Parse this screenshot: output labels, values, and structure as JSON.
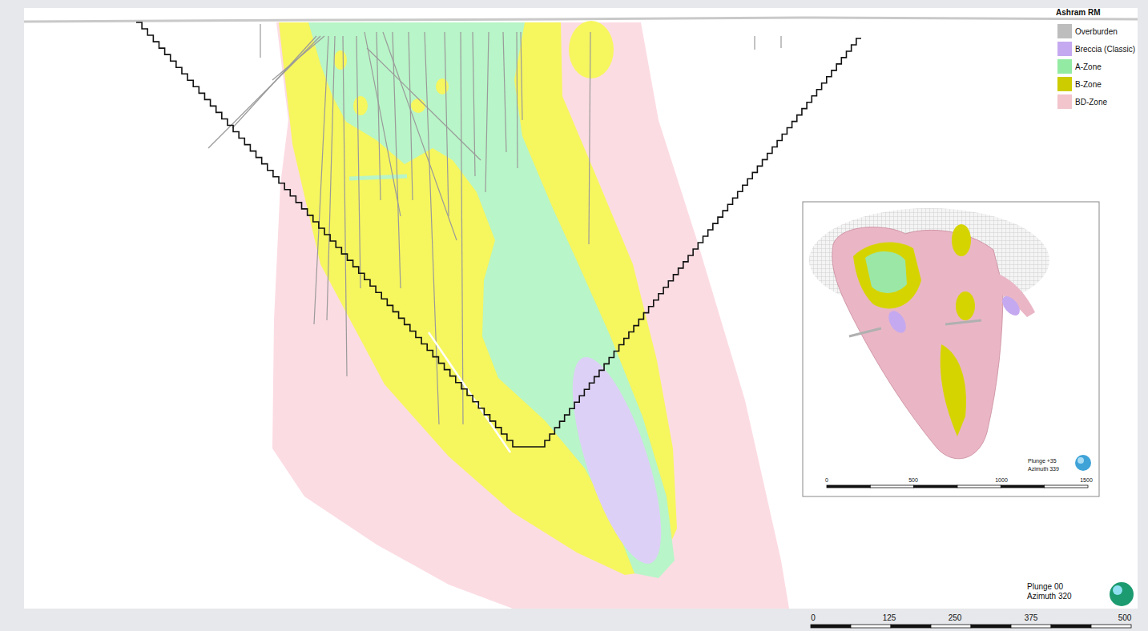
{
  "diagram": {
    "labels": [
      "Ashram RM",
      "Plunge +35",
      "Azimuth 339",
      "0",
      "500",
      "1000",
      "1500",
      "Plunge 00",
      "Azimuth 320",
      "0",
      "125",
      "250",
      "375",
      "500"
    ],
    "legend": [
      {
        "text": "Overburden",
        "color": "#bdbdbd"
      },
      {
        "text": "Breccia (Classic)",
        "color": "#c5a9f0"
      },
      {
        "text": "A-Zone",
        "color": "#93eba3"
      },
      {
        "text": "B-Zone",
        "color": "#cccc00"
      },
      {
        "text": "BD-Zone",
        "color": "#f2c4cc"
      }
    ]
  }
}
